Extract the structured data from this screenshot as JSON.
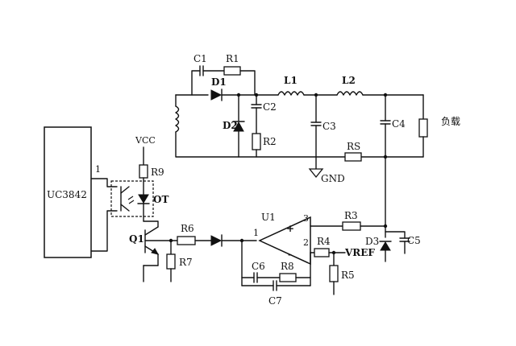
{
  "components": {
    "uc3842": "UC3842",
    "pin1": "1",
    "vcc": "VCC",
    "r9": "R9",
    "ot": "OT",
    "q1": "Q1",
    "r6": "R6",
    "r7": "R7",
    "c1": "C1",
    "r1": "R1",
    "d1": "D1",
    "d2": "D2",
    "c2": "C2",
    "r2": "R2",
    "l1": "L1",
    "l2": "L2",
    "c3": "C3",
    "c4": "C4",
    "rs": "RS",
    "gnd": "GND",
    "load": "负载",
    "u1": "U1",
    "u1_pin1": "1",
    "u1_pin3": "3",
    "u1_pin2": "2",
    "plus": "+",
    "minus": "-",
    "r3": "R3",
    "r4": "R4",
    "vref": "VREF",
    "d3": "D3",
    "c5": "C5",
    "r5": "R5",
    "c6": "C6",
    "r8": "R8",
    "c7": "C7"
  }
}
